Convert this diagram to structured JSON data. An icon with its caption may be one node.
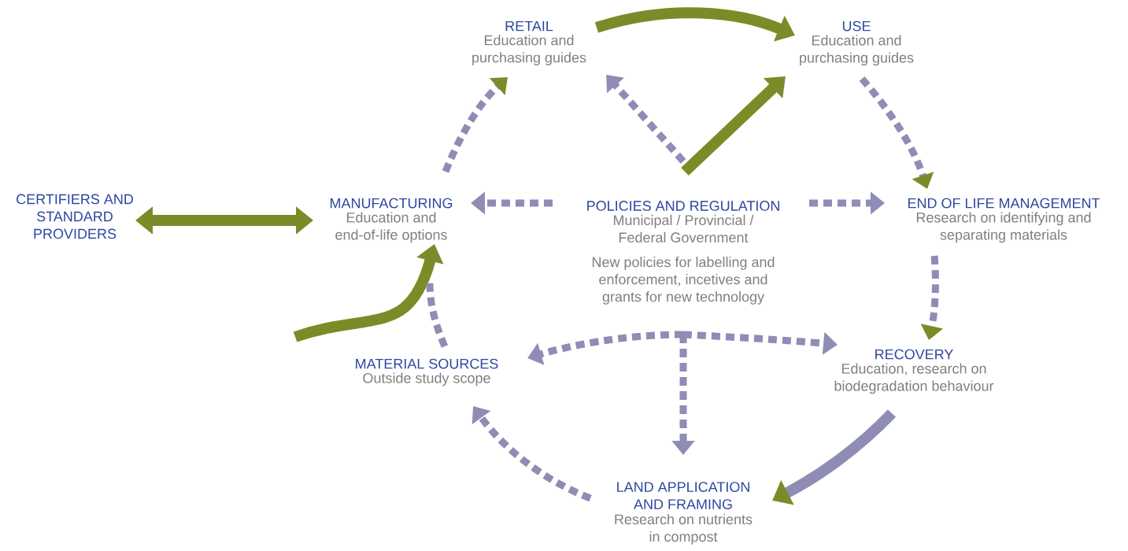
{
  "diagram": {
    "nodes": [
      {
        "text": [
          "RETAIL",
          "Education and purchasing guides"
        ]
      },
      {
        "text": [
          "USE",
          "Education and purchasing guides"
        ]
      },
      {
        "text": [
          "CERTIFIERS AND STANDARD PROVIDERS"
        ]
      },
      {
        "text": [
          "MANUFACTURING",
          "Education and end-of-life options"
        ]
      },
      {
        "text": [
          "POLICIES AND REGULATION",
          "Municipal / Provincial / Federal Government",
          "New policies for labelling and enforcement, incetives and grants for new technology"
        ]
      },
      {
        "text": [
          "END OF LIFE MANAGEMENT",
          "Research on identifying and separating materials"
        ]
      },
      {
        "text": [
          "MATERIAL SOURCES",
          "Outside study scope"
        ]
      },
      {
        "text": [
          "RECOVERY",
          "Education, research on biodegradation behaviour"
        ]
      },
      {
        "text": [
          "LAND APPLICATION AND FRAMING",
          "Research on nutrients in compost"
        ]
      }
    ],
    "edges": [
      {
        "from": 0,
        "to": 1,
        "arrow": "to",
        "color": "#7a8c28"
      },
      {
        "from": 4,
        "to": 1,
        "arrow": "to",
        "color": "#7a8c28"
      },
      {
        "from": 4,
        "to": 0,
        "arrow": "to",
        "style": "dashed"
      },
      {
        "from": 3,
        "to": 0,
        "arrow": "to",
        "style": "dashed"
      },
      {
        "from": 1,
        "to": 5,
        "arrow": "to",
        "style": "dashed"
      },
      {
        "from": 4,
        "to": 3,
        "arrow": "to",
        "style": "dashed"
      },
      {
        "from": 4,
        "to": 5,
        "arrow": "to",
        "style": "dashed"
      },
      {
        "from": 2,
        "to": 3,
        "arrow": "both",
        "color": "#7a8c28"
      },
      {
        "from": null,
        "to": 3,
        "arrow": "to",
        "color": "#7a8c28"
      },
      {
        "from": 6,
        "to": 3,
        "arrow": "none",
        "style": "dashed"
      },
      {
        "from": 5,
        "to": 7,
        "arrow": "to",
        "style": "dashed"
      },
      {
        "from": 4,
        "to": 6,
        "arrow": "to",
        "style": "dashed"
      },
      {
        "from": 4,
        "to": 7,
        "arrow": "to",
        "style": "dashed"
      },
      {
        "from": 4,
        "to": 8,
        "arrow": "to",
        "style": "dashed"
      },
      {
        "from": 7,
        "to": 8,
        "arrow": "to"
      },
      {
        "from": 8,
        "to": 6,
        "arrow": "to",
        "style": "dashed"
      }
    ]
  }
}
